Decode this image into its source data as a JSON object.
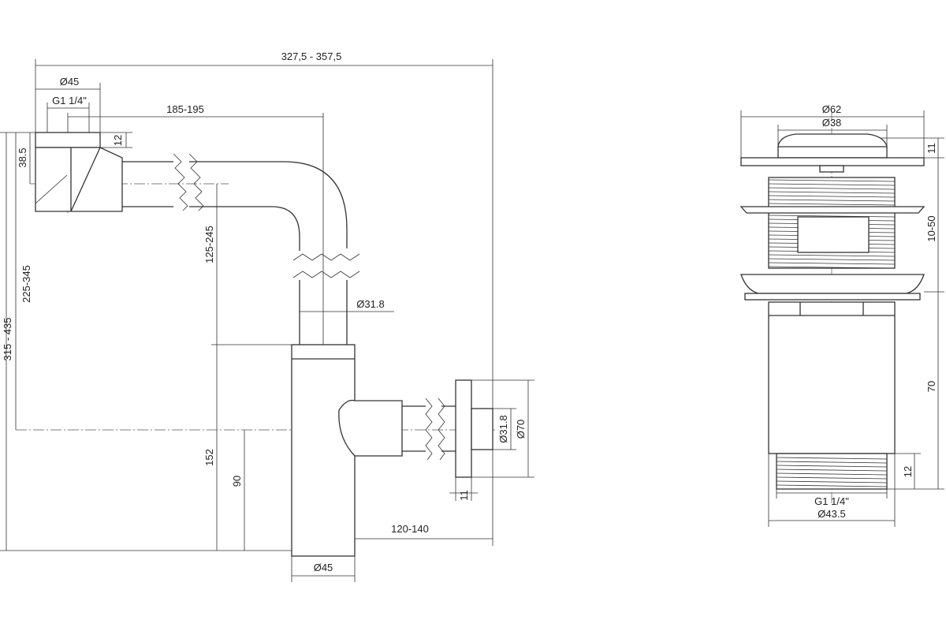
{
  "siphon": {
    "overall_width": "327,5 - 357,5",
    "inlet_diameter": "Ø45",
    "inlet_thread": "G1 1/4\"",
    "horizontal_reach": "185-195",
    "cap_height": "12",
    "inlet_offset": "38.5",
    "height_to_outlet": "225-345",
    "total_height": "315 - 435",
    "vertical_pipe_length": "125-245",
    "pipe_diameter": "Ø31.8",
    "body_height": "152",
    "outlet_height": "90",
    "outlet_reach": "120-140",
    "body_diameter": "Ø45",
    "outlet_pipe_diameter": "Ø31.8",
    "flange_diameter": "Ø70",
    "flange_thickness": "11"
  },
  "drain_valve": {
    "flange_diameter": "Ø62",
    "cap_diameter": "Ø38",
    "cap_height": "11",
    "clamp_range": "10-50",
    "body_height": "70",
    "thread_length": "12",
    "thread": "G1 1/4\"",
    "body_diameter": "Ø43.5"
  }
}
